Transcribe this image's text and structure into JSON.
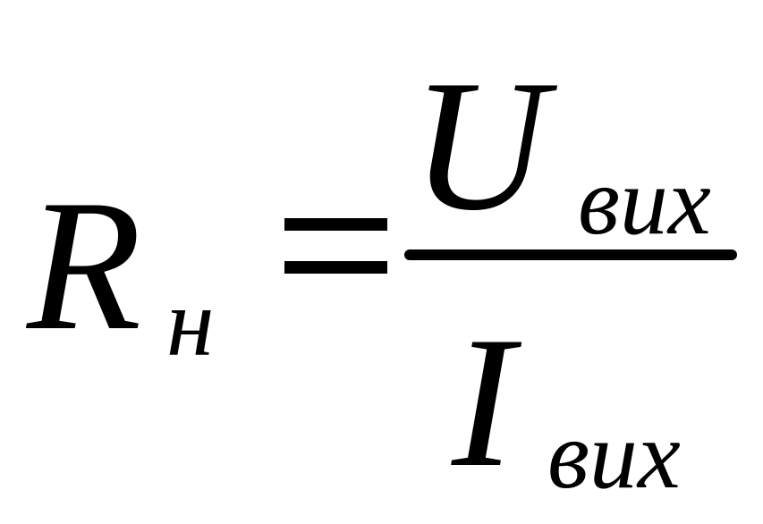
{
  "formula": {
    "lhs": {
      "symbol": "R",
      "subscript": "н"
    },
    "operator": "=",
    "numerator": {
      "symbol": "U",
      "subscript": "вих"
    },
    "denominator": {
      "symbol": "I",
      "subscript": "вих"
    }
  }
}
